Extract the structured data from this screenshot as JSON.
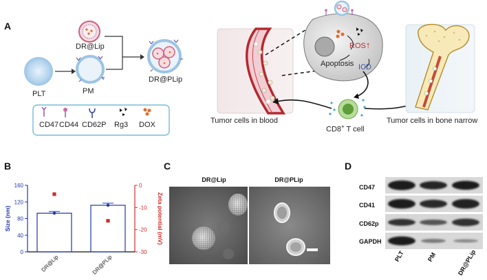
{
  "panel_a": {
    "letter": "A",
    "labels": {
      "plt": "PLT",
      "pm": "PM",
      "dr_lip": "DR@Lip",
      "dr_plip": "DR@PLip",
      "ros": "ROS",
      "apoptosis": "Apoptosis",
      "icd": "ICD",
      "blood": "Tumor cells in blood",
      "cd8_main": "CD8",
      "cd8_sup": "+",
      "cd8_tail": " T cell",
      "bone": "Tumor cells in bone narrow"
    },
    "legend": [
      "CD47",
      "CD44",
      "CD62P",
      "Rg3",
      "DOX"
    ],
    "colors": {
      "plt_blue": "#a9cde8",
      "legend_border": "#5aaed0",
      "vessel_red": "#b5282e",
      "ros_red": "#c0272d",
      "icd_blue": "#3557a7"
    }
  },
  "panel_b": {
    "letter": "B",
    "chart_data": {
      "type": "bar",
      "categories": [
        "DR@Lip",
        "DR@PLip"
      ],
      "series": [
        {
          "name": "Size (nm)",
          "values": [
            93,
            112
          ],
          "errors": [
            4,
            5
          ],
          "axis": "left",
          "color": "#1f35a8"
        },
        {
          "name": "Zeta potential (mV)",
          "values": [
            -4,
            -16
          ],
          "errors": [
            0.6,
            0.8
          ],
          "axis": "right",
          "color": "#d42a2a"
        }
      ],
      "ylabel": "Size (nm)",
      "ylabel_right": "Zeta potential (mV)",
      "ylim": [
        0,
        160
      ],
      "yticks": [
        "0",
        "40",
        "80",
        "120",
        "160"
      ],
      "ylim_right": [
        -30,
        0
      ],
      "yticks_right": [
        "0",
        "-10",
        "-20",
        "-30"
      ]
    }
  },
  "panel_c": {
    "letter": "C",
    "images": [
      "DR@Lip",
      "DR@PLip"
    ]
  },
  "panel_d": {
    "letter": "D",
    "rows": [
      "CD47",
      "CD41",
      "CD62p",
      "GAPDH"
    ],
    "columns": [
      "PLT",
      "PM",
      "DR@PLip"
    ]
  }
}
